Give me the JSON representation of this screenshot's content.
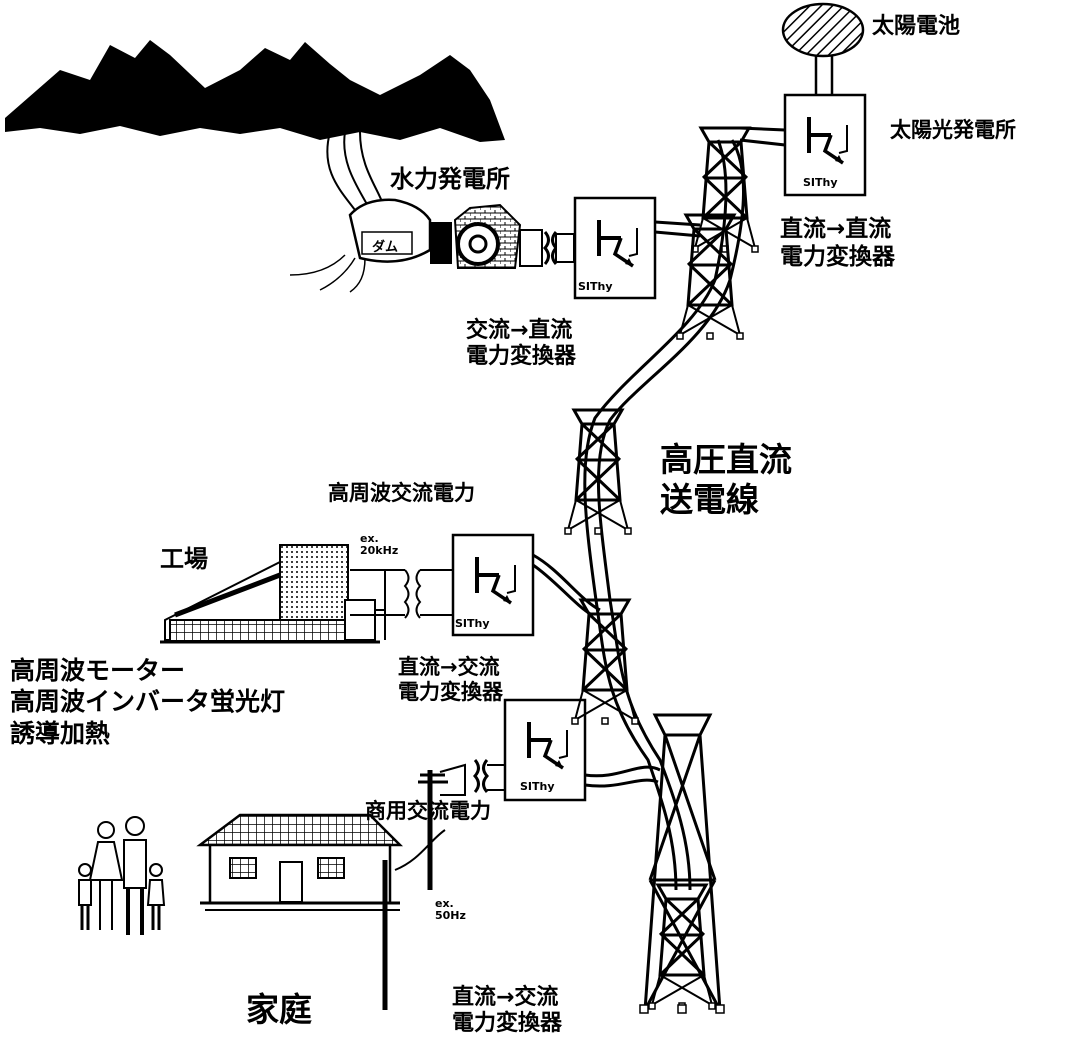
{
  "labels": {
    "solar_cell": "太陽電池",
    "solar_plant": "太陽光発電所",
    "hydro_plant": "水力発電所",
    "dam": "ダム",
    "dcdc_line1": "直流→直流",
    "dcdc_line2": "電力変換器",
    "acdc_line1": "交流→直流",
    "acdc_line2": "電力変換器",
    "hvdc_line1": "高圧直流",
    "hvdc_line2": "送電線",
    "hf_ac_power": "高周波交流電力",
    "factory": "工場",
    "hf_freq_line1": "ex.",
    "hf_freq_line2": "20kHz",
    "dcac1_line1": "直流→交流",
    "dcac1_line2": "電力変換器",
    "app_line1": "高周波モーター",
    "app_line2": "高周波インバータ蛍光灯",
    "app_line3": "誘導加熱",
    "commercial_ac": "商用交流電力",
    "lf_freq_line1": "ex.",
    "lf_freq_line2": "50Hz",
    "home": "家庭",
    "dcac2_line1": "直流→交流",
    "dcac2_line2": "電力変換器",
    "device": "SIThy"
  }
}
